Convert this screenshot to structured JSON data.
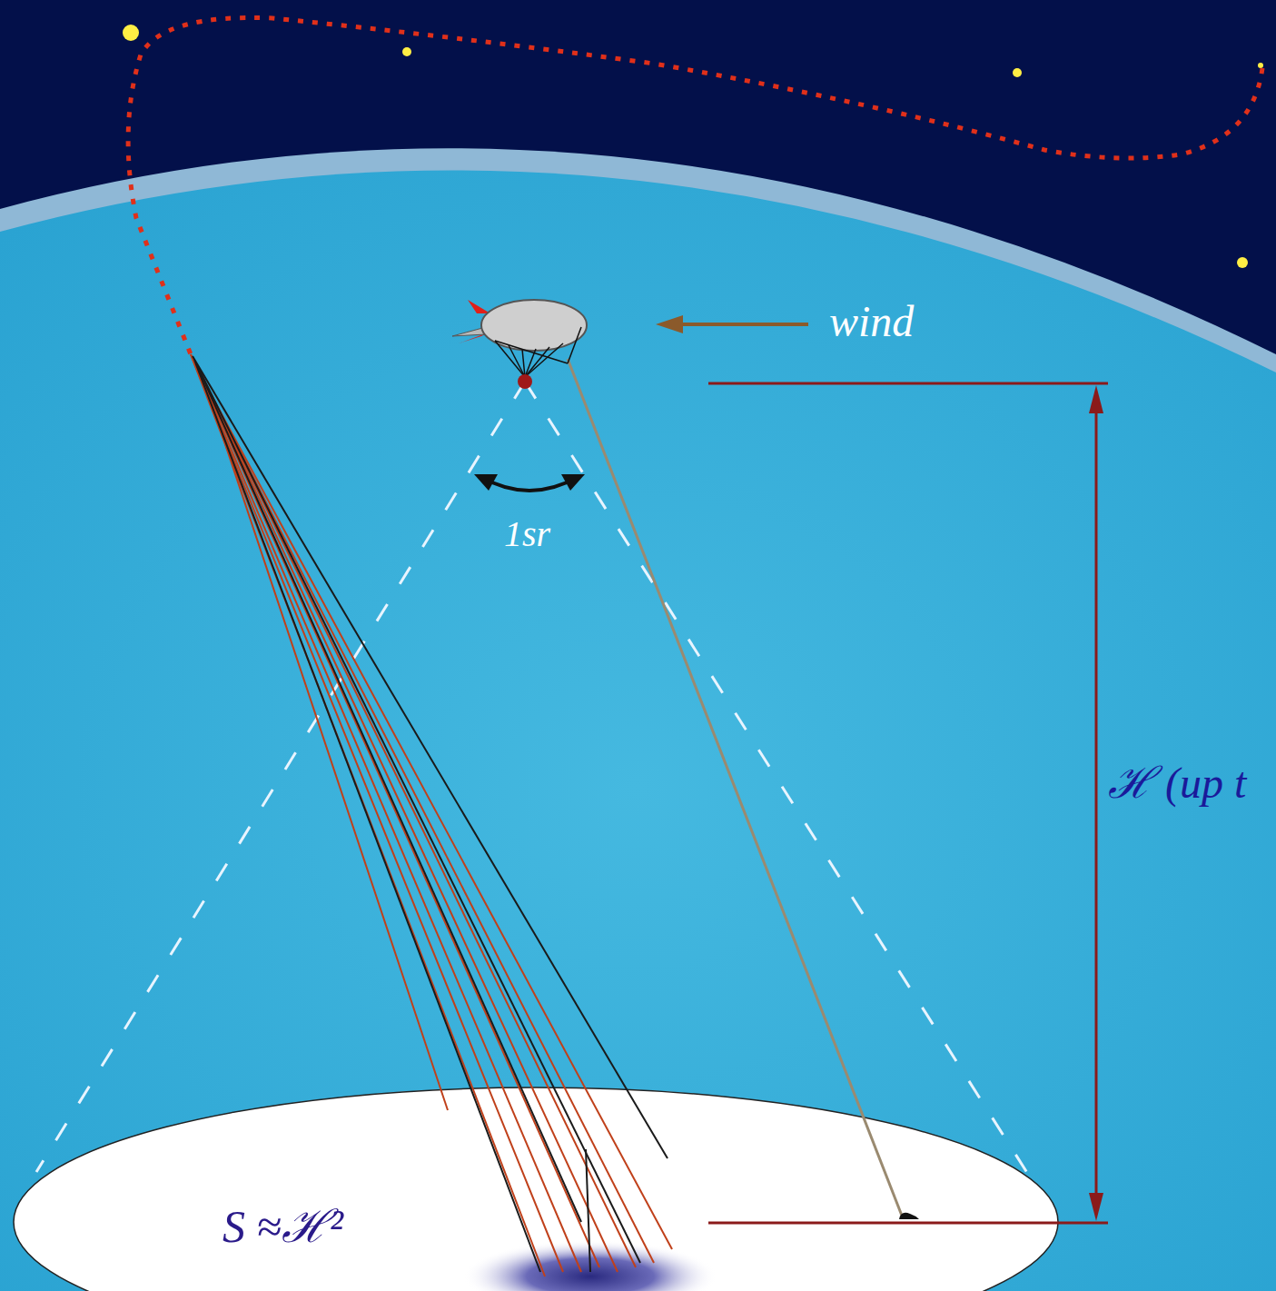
{
  "diagram": {
    "labels": [
      "wind",
      "1sr",
      "ℋ (up t",
      "S ≈ℋ²"
    ]
  }
}
